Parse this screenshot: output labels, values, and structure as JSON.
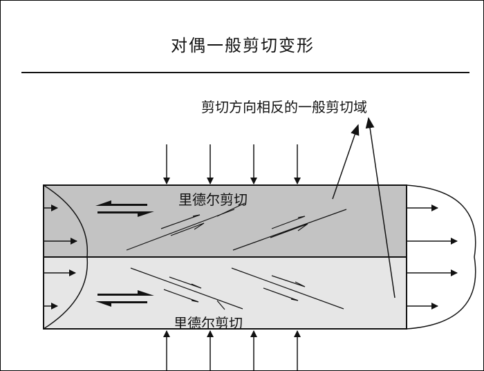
{
  "title": "对偶一般剪切变形",
  "labels": {
    "general_shear_domain": "剪切方向相反的一般剪切域",
    "riedel_shear_upper": "里德尔剪切",
    "riedel_shear_lower": "里德尔剪切"
  },
  "colors": {
    "upper_band_fill": "#c3c3c3",
    "lower_band_fill": "#e6e6e6",
    "stroke": "#111111",
    "background": "#ffffff"
  }
}
